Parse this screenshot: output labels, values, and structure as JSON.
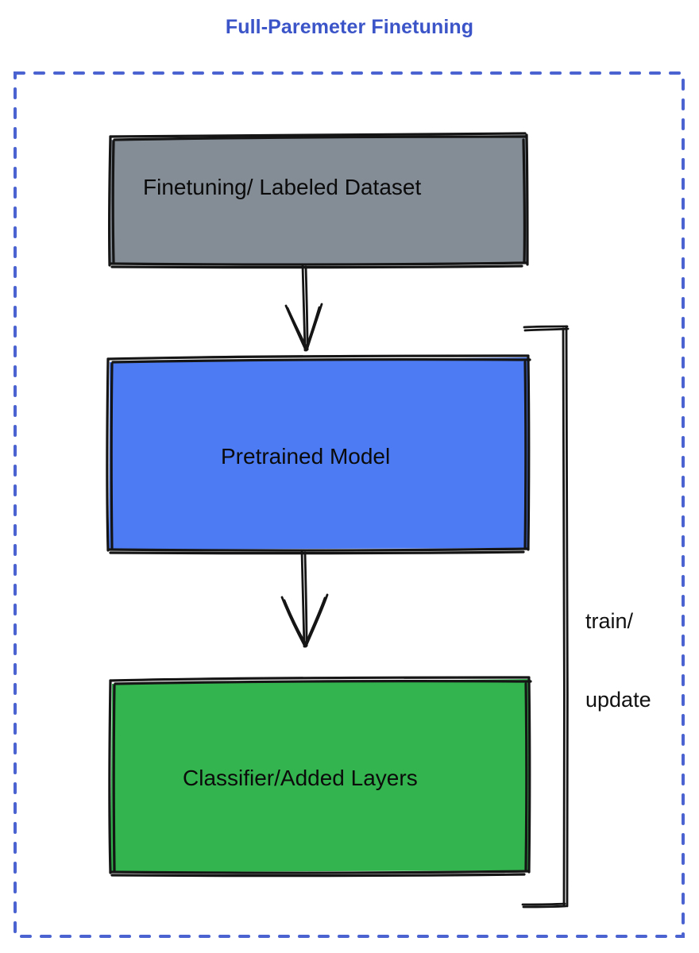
{
  "title": "Full-Paremeter Finetuning",
  "colors": {
    "title": "#3b55c8",
    "frame_border": "#4a63d0",
    "dataset_fill": "#848c96",
    "model_fill": "#4c7bf4",
    "classifier_fill": "#33b44e",
    "stroke": "#151515",
    "label_text": "#0b0b0b",
    "background": "#ffffff"
  },
  "frame": {
    "name": "full-parameter-finetuning-frame",
    "border_style": "dashed"
  },
  "nodes": [
    {
      "id": "dataset",
      "label": "Finetuning/ Labeled Dataset",
      "fill": "#848c96",
      "shape": "rectangle"
    },
    {
      "id": "pretrained-model",
      "label": "Pretrained Model",
      "fill": "#4c7bf4",
      "shape": "rectangle"
    },
    {
      "id": "classifier",
      "label": "Classifier/Added Layers",
      "fill": "#33b44e",
      "shape": "rectangle"
    }
  ],
  "edges": [
    {
      "id": "dataset-to-model",
      "from": "dataset",
      "to": "pretrained-model",
      "label": "",
      "arrow": "down"
    },
    {
      "id": "model-to-classifier",
      "from": "pretrained-model",
      "to": "classifier",
      "label": "",
      "arrow": "down"
    },
    {
      "id": "classifier-to-model-feedback",
      "from": "classifier",
      "to": "pretrained-model",
      "label_line1": "train/",
      "label_line2": "update",
      "arrow": "none",
      "style": "bracket"
    }
  ]
}
